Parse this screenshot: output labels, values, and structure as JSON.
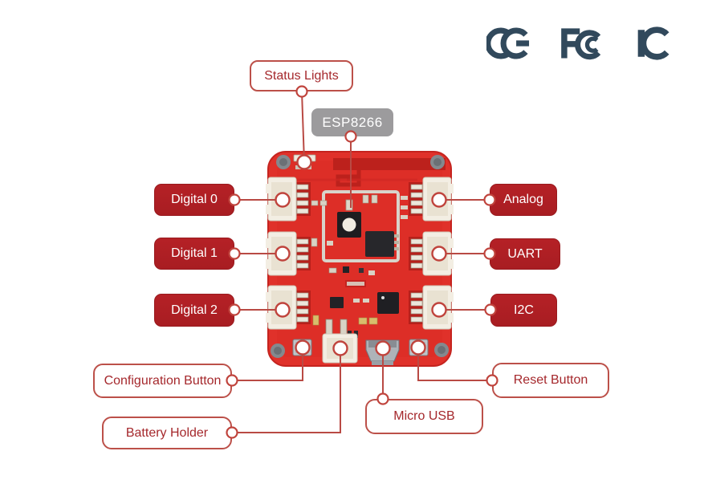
{
  "certifications": {
    "ce": {
      "label": "CE"
    },
    "fcc": {
      "label": "FCC"
    },
    "ic": {
      "label": "IC"
    }
  },
  "callouts": {
    "status_lights": {
      "label": "Status Lights"
    },
    "esp8266": {
      "label": "ESP8266"
    },
    "digital_0": {
      "label": "Digital 0"
    },
    "digital_1": {
      "label": "Digital 1"
    },
    "digital_2": {
      "label": "Digital 2"
    },
    "analog": {
      "label": "Analog"
    },
    "uart": {
      "label": "UART"
    },
    "i2c": {
      "label": "I2C"
    },
    "configuration_button": {
      "label": "Configuration Button"
    },
    "battery_holder": {
      "label": "Battery Holder"
    },
    "micro_usb": {
      "label": "Micro USB"
    },
    "reset_button": {
      "label": "Reset Button"
    }
  },
  "colors": {
    "solid_callout_fill": "#b02025",
    "outline_callout_border": "#bc5049",
    "outline_callout_text": "#a5282c",
    "esp_label_fill": "#9c9b9d",
    "board_red": "#e0312a",
    "connector_line_red": "#b94a44",
    "certification_logo": "#31495c"
  }
}
